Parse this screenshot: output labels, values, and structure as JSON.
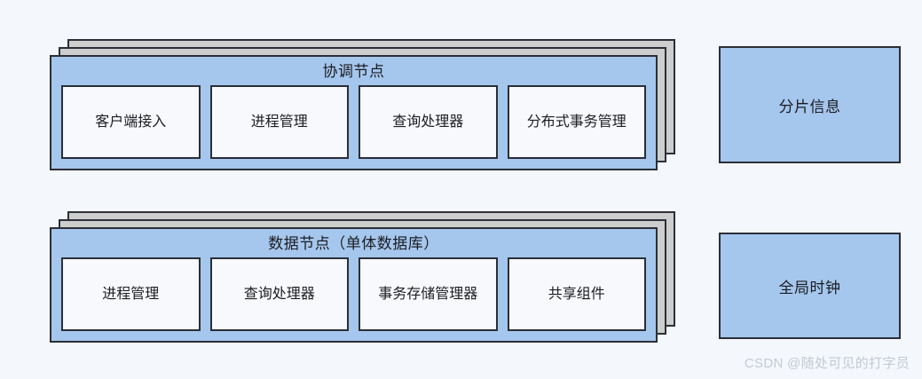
{
  "canvas": {
    "background_color": "#f4f7fc",
    "panel_fill": "#a5c6ed",
    "stack_shadow_fill": "#cdcdcd",
    "component_fill": "#f7f9fd",
    "border_color": "#2b2f36",
    "text_color": "#1b1d21"
  },
  "node_groups": [
    {
      "title": "协调节点",
      "components": [
        {
          "label": "客户端接入"
        },
        {
          "label": "进程管理"
        },
        {
          "label": "查询处理器"
        },
        {
          "label": "分布式事务管理"
        }
      ]
    },
    {
      "title": "数据节点（单体数据库）",
      "components": [
        {
          "label": "进程管理"
        },
        {
          "label": "查询处理器"
        },
        {
          "label": "事务存储管理器"
        },
        {
          "label": "共享组件"
        }
      ]
    }
  ],
  "side_boxes": [
    {
      "label": "分片信息"
    },
    {
      "label": "全局时钟"
    }
  ],
  "watermark": {
    "text": "CSDN @随处可见的打字员"
  }
}
